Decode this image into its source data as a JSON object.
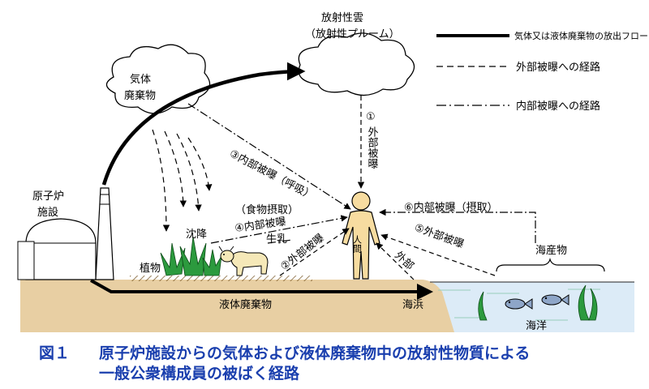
{
  "labels": {
    "radioactive_cloud": "放射性雲",
    "radioactive_plume": "（放射性プルーム）",
    "gaseous_waste_1": "気体",
    "gaseous_waste_2": "廃棄物",
    "reactor_1": "原子炉",
    "reactor_2": "施設",
    "deposition": "沈降",
    "plants": "植物",
    "milk": "牛乳",
    "food_intake": "（食物摂取）",
    "human": "人間",
    "liquid_waste": "液体廃棄物",
    "beach": "海浜",
    "ocean": "海洋",
    "marine_products": "海産物"
  },
  "pathways": {
    "p1_num": "①",
    "p1_text": "外部被曝",
    "p2": "②外部被曝",
    "p3": "③内部被曝（呼吸）",
    "p4": "④内部被曝",
    "p5": "⑤外部被曝",
    "p6": "⑥内部被曝（摂取）",
    "external": "外部"
  },
  "legend": {
    "release_flow": "気体又は液体廃棄物の放出フロー",
    "external_route": "外部被曝への経路",
    "internal_route": "内部被曝への経路"
  },
  "caption": {
    "number": "図１",
    "line1": "原子炉施設からの気体および液体廃棄物中の放射性物質による",
    "line2": "一般公衆構成員の被ばく経路"
  },
  "colors": {
    "ground": "#e8cfa3",
    "ground_stripe": "#c9a777",
    "sea": "#dcebf7",
    "caption": "#1a3fae",
    "plant": "#2c9a3e"
  }
}
